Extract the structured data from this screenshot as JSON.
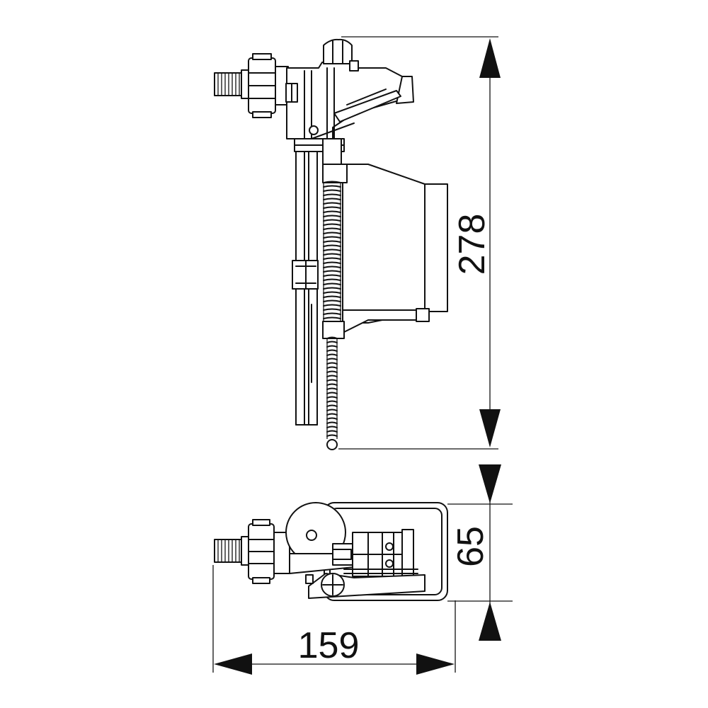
{
  "dimensions": {
    "height_label": "278",
    "width_label": "159",
    "depth_label": "65"
  },
  "colors": {
    "line": "#111111",
    "background": "#ffffff"
  }
}
